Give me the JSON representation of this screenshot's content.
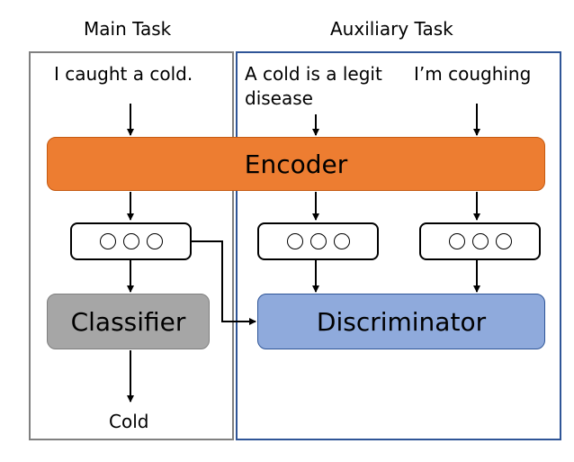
{
  "headers": {
    "main_task": "Main Task",
    "auxiliary_task": "Auxiliary Task"
  },
  "inputs": {
    "main": "I caught a cold.",
    "aux_1_line1": "A cold is a legit",
    "aux_1_line2": "disease",
    "aux_2": "I’m coughing"
  },
  "blocks": {
    "encoder": "Encoder",
    "classifier": "Classifier",
    "discriminator": "Discriminator"
  },
  "output": {
    "label": "Cold"
  },
  "colors": {
    "main_frame": "#808080",
    "aux_frame": "#2F5597",
    "encoder": "#ED7D31",
    "classifier": "#A6A6A6",
    "discriminator": "#8FAADC"
  }
}
